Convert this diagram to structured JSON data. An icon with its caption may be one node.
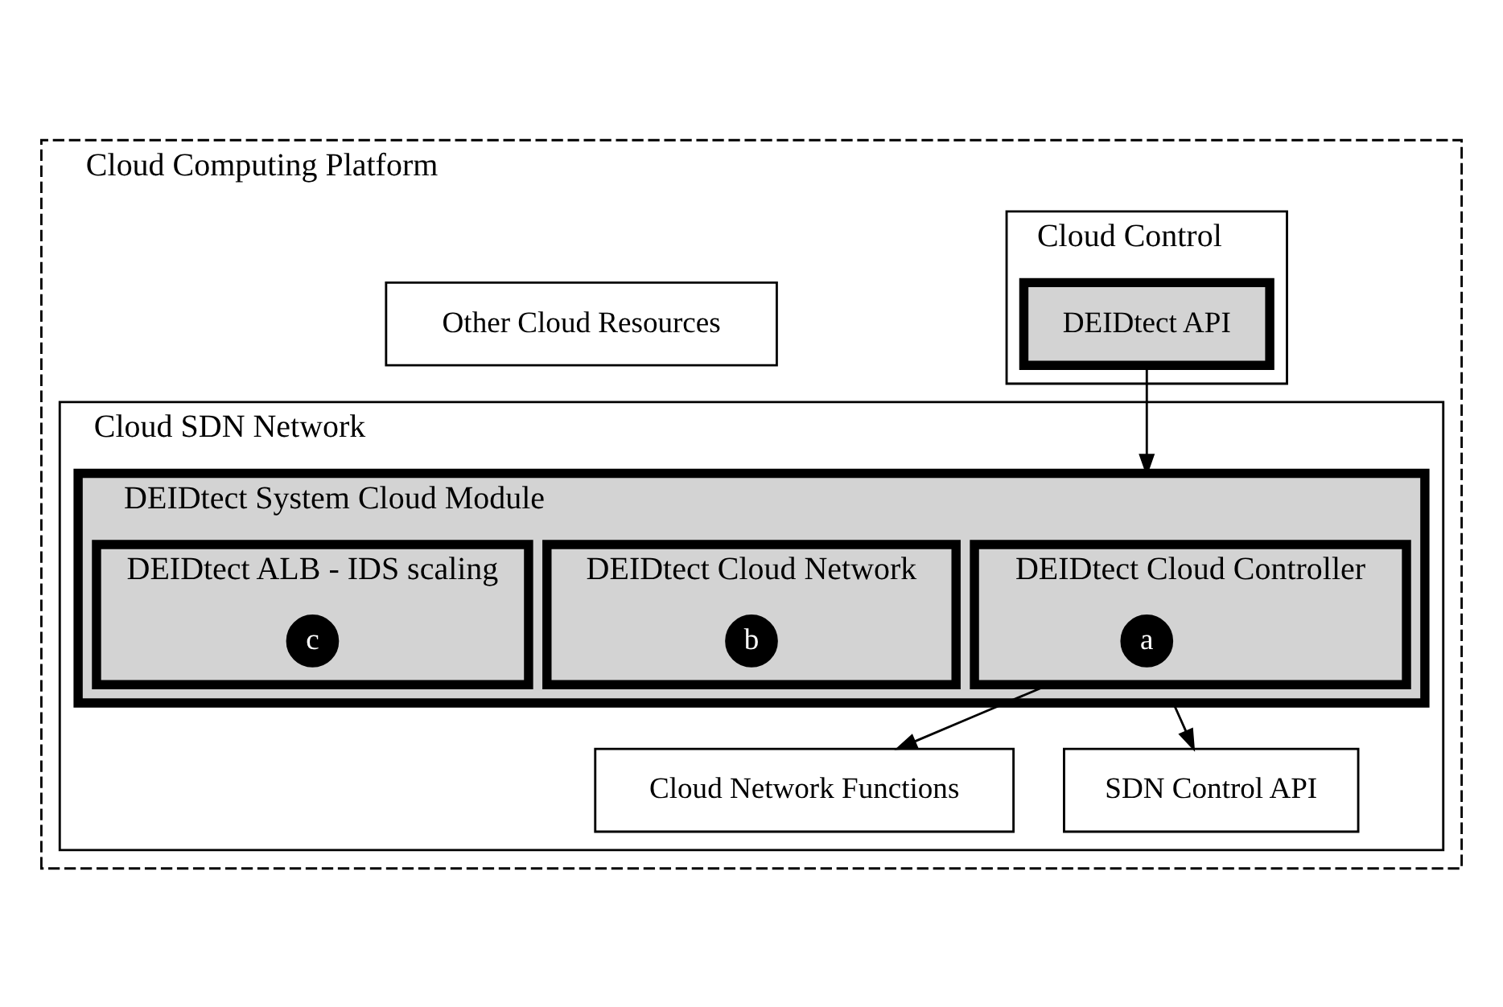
{
  "diagram": {
    "nodes": [
      {
        "text": [
          "Cloud Computing Platform"
        ]
      },
      {
        "text": [
          "Cloud Control"
        ],
        "in": 0
      },
      {
        "text": [
          "DEIDtect API"
        ],
        "in": 1
      },
      {
        "text": [
          "Other Cloud Resources"
        ],
        "in": 0
      },
      {
        "text": [
          "Cloud SDN Network"
        ],
        "in": 0
      },
      {
        "text": [
          "Cloud Network Functions"
        ],
        "in": 4
      },
      {
        "text": [
          "DEIDtect System Cloud Module"
        ],
        "in": 4
      },
      {
        "text": [
          "DEIDtect Cloud Controller"
        ],
        "in": 6
      },
      {
        "text": [
          "a"
        ],
        "in": 7
      },
      {
        "text": [
          "DEIDtect Cloud Network"
        ],
        "in": 6
      },
      {
        "text": [
          "b"
        ],
        "in": 9
      },
      {
        "text": [
          "DEIDtect ALB - IDS scaling"
        ],
        "in": 6
      },
      {
        "text": [
          "c"
        ],
        "in": 11
      },
      {
        "text": [
          "SDN Control API"
        ],
        "in": 4
      }
    ],
    "edges": [
      {
        "from": 2,
        "to": 6,
        "arrow": "to"
      },
      {
        "from": 7,
        "to": 5,
        "arrow": "to"
      },
      {
        "from": 6,
        "to": 13,
        "arrow": "to"
      }
    ]
  }
}
